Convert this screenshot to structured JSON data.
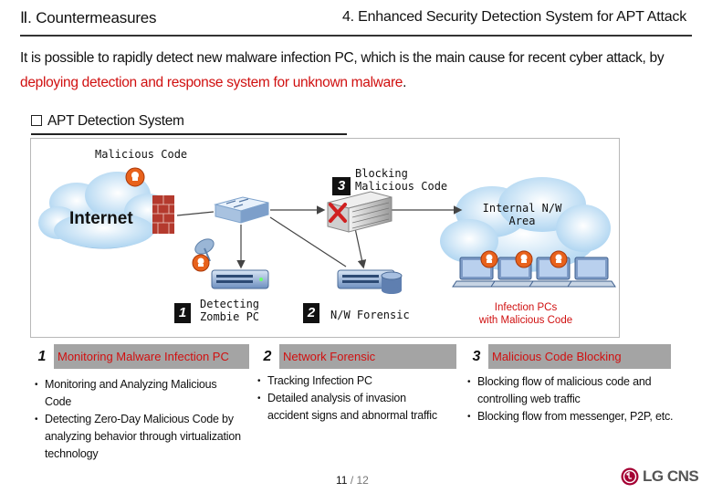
{
  "header": {
    "section": "Ⅱ. Countermeasures",
    "title": "4. Enhanced Security Detection System for APT Attack"
  },
  "intro": {
    "part1": "It is possible to rapidly detect new malware infection PC, which is the main cause for recent cyber attack, by ",
    "highlight": "deploying detection and response system for unknown malware",
    "part2": "."
  },
  "section_title": "APT Detection System",
  "diagram": {
    "malicious_code": "Malicious Code",
    "internet": "Internet",
    "blocking_line1": "Blocking",
    "blocking_line2": "Malicious Code",
    "internal_line1": "Internal N/W",
    "internal_line2": "Area",
    "detecting_line1": "Detecting",
    "detecting_line2": "Zombie PC",
    "forensic": "N/W Forensic",
    "infection_line1": "Infection PCs",
    "infection_line2": "with Malicious Code",
    "num1": "1",
    "num2": "2",
    "num3": "3"
  },
  "columns": [
    {
      "num": "1",
      "title": "Monitoring Malware Infection PC",
      "bullets": [
        "Monitoring and Analyzing Malicious Code",
        "Detecting Zero-Day Malicious Code by analyzing behavior through virtualization technology"
      ]
    },
    {
      "num": "2",
      "title": "Network Forensic",
      "bullets": [
        "Tracking Infection PC",
        "Detailed analysis of invasion accident signs and abnormal traffic"
      ]
    },
    {
      "num": "3",
      "title": "Malicious Code Blocking",
      "bullets": [
        "Blocking flow of malicious code and controlling web traffic",
        "Blocking flow from messenger, P2P, etc."
      ]
    }
  ],
  "footer": {
    "page": "11",
    "total": "/ 12",
    "logo_text": "LG CNS"
  },
  "colors": {
    "highlight_red": "#d01010",
    "bar_gray": "#a4a4a4",
    "cloud_blue": "#cfe6f7",
    "logo_red": "#a50034"
  }
}
